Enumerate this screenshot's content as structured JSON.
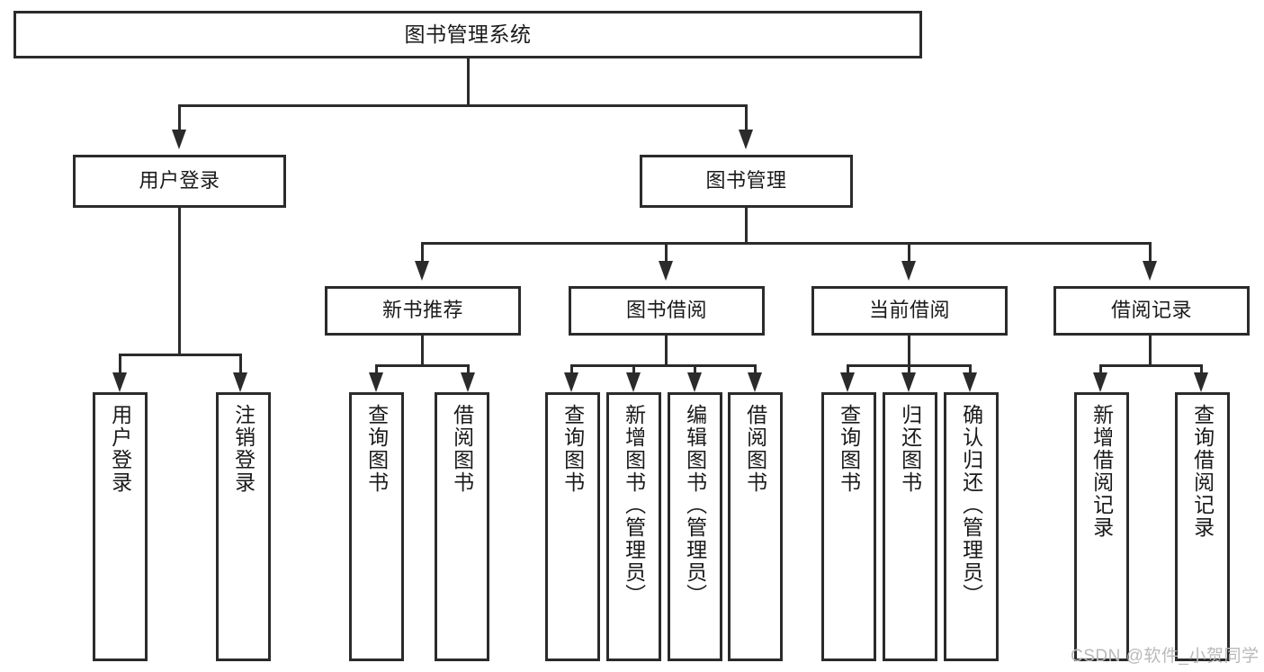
{
  "diagram": {
    "type": "tree-hierarchy-flowchart",
    "title": "图书管理系统",
    "watermark": "CSDN @软件_小贺同学",
    "colors": {
      "stroke": "#2b2b2b",
      "fill": "#ffffff",
      "text": "#1a1a1a",
      "watermark": "#b9b9b9"
    },
    "levels": {
      "root": {
        "label": "图书管理系统"
      },
      "level2": [
        {
          "label": "用户登录"
        },
        {
          "label": "图书管理"
        }
      ],
      "level3": [
        {
          "label": "新书推荐"
        },
        {
          "label": "图书借阅"
        },
        {
          "label": "当前借阅"
        },
        {
          "label": "借阅记录"
        }
      ],
      "leaves": {
        "user_login": [
          {
            "label": "用户登录"
          },
          {
            "label": "注销登录"
          }
        ],
        "new_book_recommend": [
          {
            "label": "查询图书"
          },
          {
            "label": "借阅图书"
          }
        ],
        "book_borrow": [
          {
            "label": "查询图书"
          },
          {
            "label": "新增图书（管理员）"
          },
          {
            "label": "编辑图书（管理员）"
          },
          {
            "label": "借阅图书"
          }
        ],
        "current_borrow": [
          {
            "label": "查询图书"
          },
          {
            "label": "归还图书"
          },
          {
            "label": "确认归还（管理员）"
          }
        ],
        "borrow_record": [
          {
            "label": "新增借阅记录"
          },
          {
            "label": "查询借阅记录"
          }
        ]
      }
    }
  }
}
